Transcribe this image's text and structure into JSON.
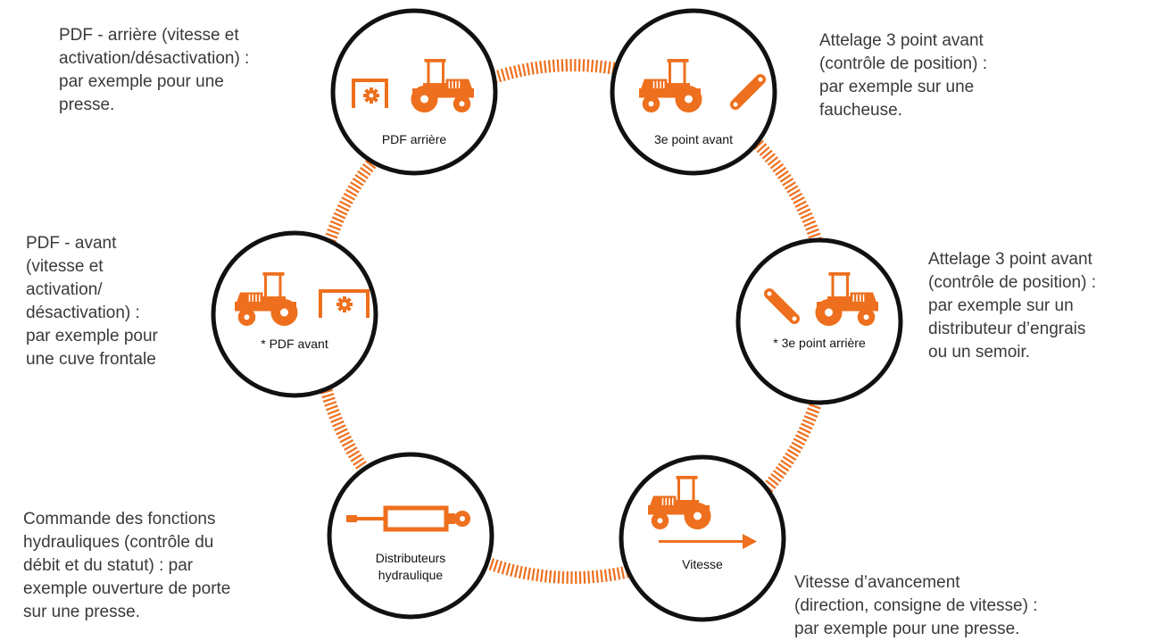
{
  "colors": {
    "accent": "#ee6f1d",
    "ring": "#111111",
    "text": "#3a3a3a"
  },
  "nodes": [
    {
      "id": "pdf-arriere",
      "label": [
        "PDF arrière"
      ],
      "icons": [
        "box-gear-icon",
        "tractor-icon"
      ]
    },
    {
      "id": "3e-point-avant",
      "label": [
        "3e point avant"
      ],
      "icons": [
        "tractor-icon",
        "link-arm-icon"
      ]
    },
    {
      "id": "pdf-avant",
      "label": [
        "* PDF avant"
      ],
      "icons": [
        "tractor-icon",
        "box-gear-icon"
      ]
    },
    {
      "id": "3e-point-arriere",
      "label": [
        "* 3e point arrière"
      ],
      "icons": [
        "link-arm-icon",
        "tractor-icon"
      ]
    },
    {
      "id": "distributeurs",
      "label": [
        "Distributeurs",
        "hydraulique"
      ],
      "icons": [
        "hydraulic-cylinder-icon"
      ]
    },
    {
      "id": "vitesse",
      "label": [
        "Vitesse"
      ],
      "icons": [
        "tractor-icon",
        "arrow-right-icon"
      ]
    }
  ],
  "descriptions": {
    "pdf_arriere": [
      "PDF - arrière (vitesse et",
      "activation/désactivation) :",
      "par exemple pour une",
      "presse."
    ],
    "attelage_avant": [
      "Attelage 3 point avant",
      "(contrôle de position) :",
      "par exemple sur une",
      "faucheuse."
    ],
    "pdf_avant": [
      "PDF - avant",
      "(vitesse et",
      "activation/",
      "désactivation) :",
      "par exemple pour",
      "une cuve frontale"
    ],
    "attelage_arriere": [
      "Attelage 3 point avant",
      "(contrôle de position) :",
      "par exemple sur un",
      "distributeur d’engrais",
      "ou un semoir."
    ],
    "commande_hydraulique": [
      "Commande des fonctions",
      "hydrauliques (contrôle du",
      "débit et du statut) :  par",
      "exemple ouverture de porte",
      "sur une presse."
    ],
    "vitesse_avancement": [
      "Vitesse d’avancement",
      "(direction, consigne de vitesse) :",
      "par exemple pour une presse."
    ]
  }
}
